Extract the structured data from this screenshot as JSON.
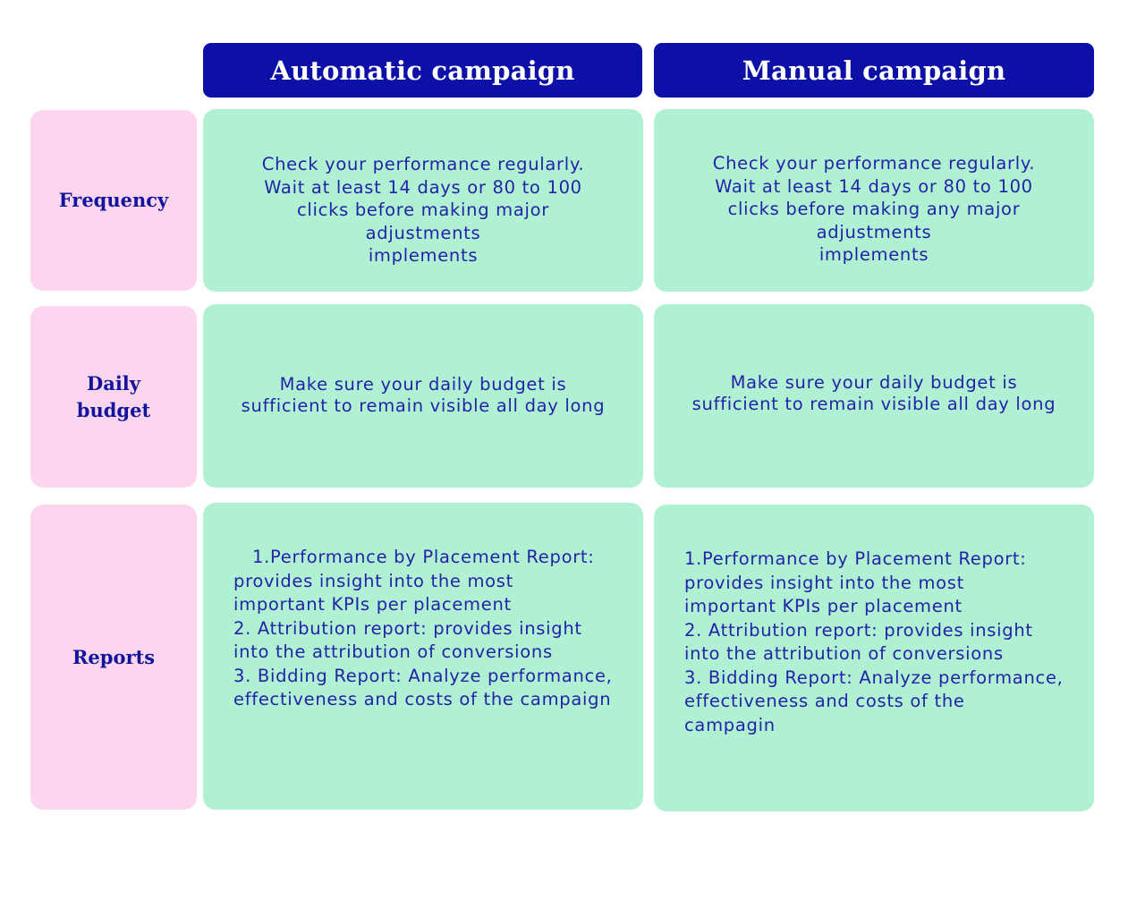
{
  "columns": {
    "automatic": "Automatic campaign",
    "manual": "Manual campaign"
  },
  "rows": {
    "frequency": {
      "label": "Frequency",
      "automatic": [
        "Check your performance regularly.",
        "Wait at least 14 days or 80 to 100",
        "clicks before making major",
        "adjustments",
        "implements"
      ],
      "manual": [
        "Check your performance regularly.",
        "Wait at least 14 days or 80 to 100",
        "clicks before making any major",
        "adjustments",
        "implements"
      ]
    },
    "daily_budget": {
      "label_lines": [
        "Daily",
        "budget"
      ],
      "automatic": [
        "Make sure your daily budget is",
        "sufficient to remain visible all day long"
      ],
      "manual": [
        "Make sure your daily budget is",
        "sufficient to remain visible all day long"
      ]
    },
    "reports": {
      "label": "Reports",
      "automatic": [
        "1.Performance by Placement Report:",
        "provides insight into the most",
        "important KPIs per placement",
        "2. Attribution report: provides insight",
        "into the attribution of conversions",
        "3. Bidding Report: Analyze performance,",
        "effectiveness and costs of the campaign"
      ],
      "manual": [
        "1.Performance by Placement Report:",
        "provides insight into the most",
        "important KPIs per placement",
        "2. Attribution report: provides insight",
        "into the attribution of conversions",
        "3. Bidding Report: Analyze performance,",
        "effectiveness and costs of the",
        "campagin"
      ]
    }
  },
  "colors": {
    "header_bg": "#0d10a6",
    "label_bg": "#fcd6ef",
    "cell_bg": "#b0f0d3",
    "text": "#2323a8"
  }
}
